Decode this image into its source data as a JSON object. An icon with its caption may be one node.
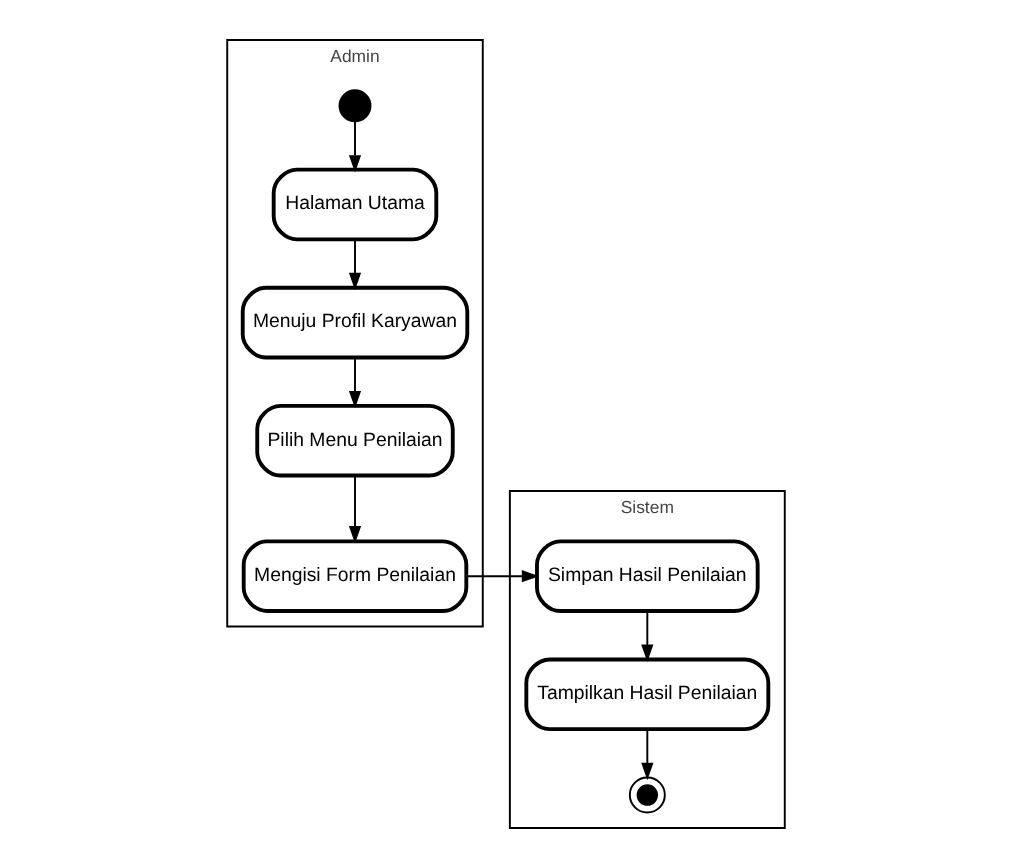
{
  "diagram": {
    "nodes": [
      {
        "text": [
          "Admin"
        ]
      },
      {
        "text": [
          "Sistem"
        ]
      },
      {
        "text": [],
        "shape": "circle",
        "in": 0
      },
      {
        "text": [
          "Halaman Utama"
        ],
        "in": 0
      },
      {
        "text": [
          "Menuju Profil Karyawan"
        ],
        "in": 0
      },
      {
        "text": [
          "Pilih Menu Penilaian"
        ],
        "in": 0
      },
      {
        "text": [
          "Mengisi Form Penilaian"
        ],
        "in": 0
      },
      {
        "text": [
          "Simpan Hasil Penilaian"
        ],
        "in": 1
      },
      {
        "text": [
          "Tampilkan Hasil Penilaian"
        ],
        "in": 1
      },
      {
        "text": [],
        "shape": "bullseye",
        "in": 1
      }
    ],
    "edges": [
      {
        "from": 2,
        "to": 3,
        "arrow": "to"
      },
      {
        "from": 3,
        "to": 4,
        "arrow": "to"
      },
      {
        "from": 4,
        "to": 5,
        "arrow": "to"
      },
      {
        "from": 5,
        "to": 6,
        "arrow": "to"
      },
      {
        "from": 6,
        "to": 7,
        "arrow": "to"
      },
      {
        "from": 7,
        "to": 8,
        "arrow": "to"
      },
      {
        "from": 8,
        "to": 9,
        "arrow": "to"
      }
    ]
  }
}
